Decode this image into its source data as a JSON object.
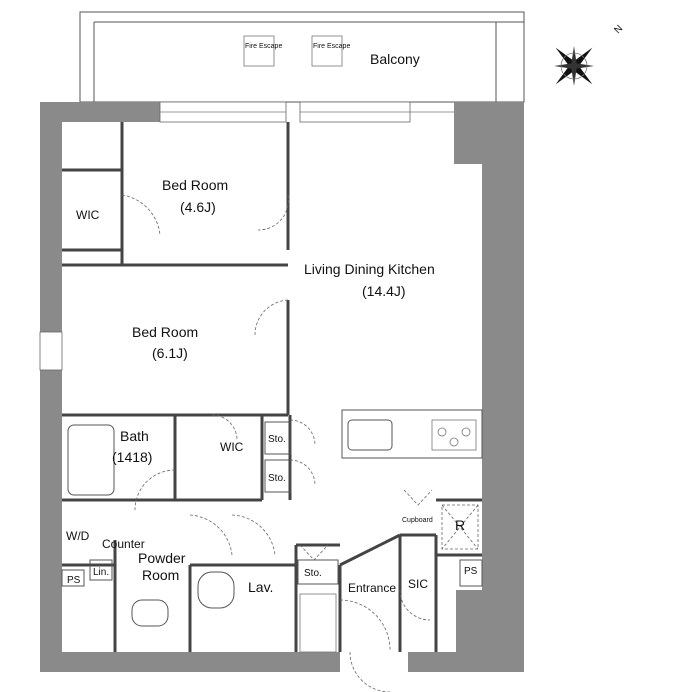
{
  "rooms": {
    "balcony": "Balcony",
    "fire_escape": "Fire Escape",
    "bed1_name": "Bed Room",
    "bed1_size": "(4.6J)",
    "wic1": "WIC",
    "ldk_name": "Living Dining Kitchen",
    "ldk_size": "(14.4J)",
    "bed2_name": "Bed Room",
    "bed2_size": "(6.1J)",
    "bath_name": "Bath",
    "bath_size": "(1418)",
    "wic2": "WIC",
    "sto_a": "Sto.",
    "sto_b": "Sto.",
    "wd": "W/D",
    "counter": "Counter",
    "powder1": "Powder",
    "powder2": "Room",
    "lin": "Lin.",
    "ps_left": "PS",
    "lav": "Lav.",
    "sto_c": "Sto.",
    "entrance": "Entrance",
    "sic": "SIC",
    "cupboard": "Cupboard",
    "refrigerator": "R",
    "ps_right": "PS"
  },
  "compass": {
    "north_label": "N"
  }
}
